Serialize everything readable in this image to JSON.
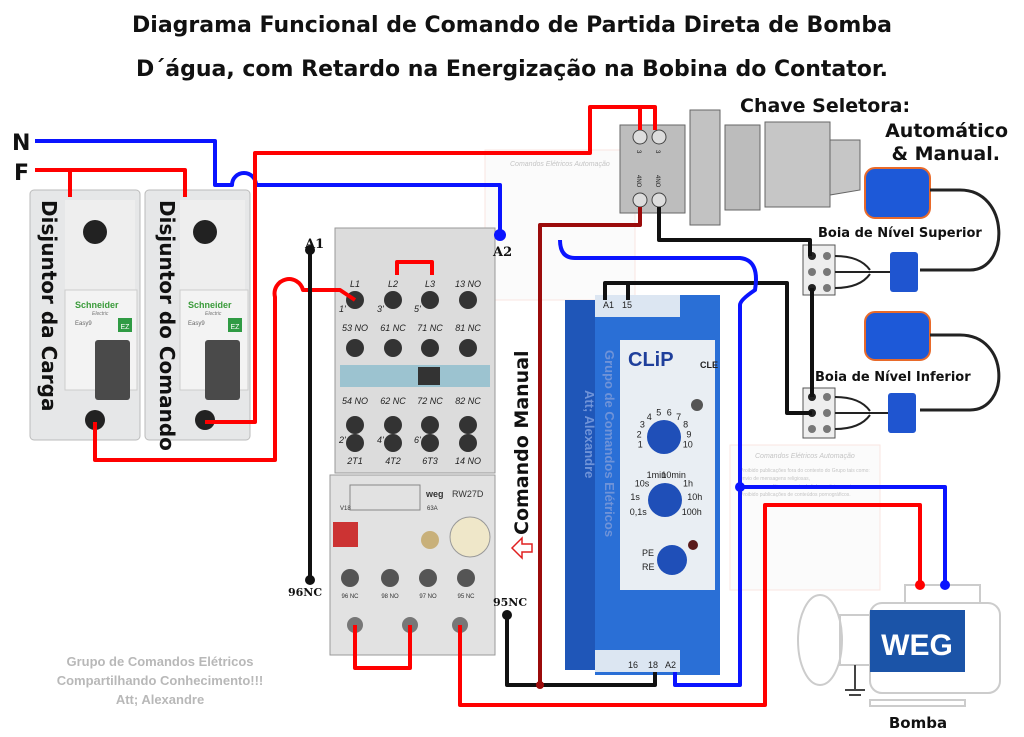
{
  "title": {
    "line1": "Diagrama Funcional de Comando de Partida Direta de Bomba",
    "line2": "D´água, com Retardo na Energização na Bobina do Contator."
  },
  "supply": {
    "neutral": "N",
    "phase": "F"
  },
  "breakers": {
    "load_label": "Disjuntor da Carga",
    "command_label": "Disjuntor do Comando",
    "brand": "Schneider",
    "brand_sub": "Electric",
    "model": "Easy9",
    "badge": "EZ"
  },
  "contactor": {
    "coil_a1": "A1",
    "coil_a2": "A2",
    "row1": [
      "L1",
      "L2",
      "L3",
      "13 NO"
    ],
    "row1_sub": [
      "1'",
      "3'",
      "5'"
    ],
    "row2": [
      "53 NO",
      "61 NC",
      "71 NC",
      "81 NC"
    ],
    "row3": [
      "54 NO",
      "62 NC",
      "72 NC",
      "82 NC"
    ],
    "row4_sub": [
      "2'",
      "4'",
      "6'"
    ],
    "row4": [
      "2T1",
      "4T2",
      "6T3",
      "14 NO"
    ]
  },
  "overload": {
    "brand": "weg",
    "model": "RW27D",
    "rating": "63A",
    "side": "V18",
    "terminals": [
      "96 NC",
      "98 NO",
      "97 NO",
      "95 NC"
    ],
    "label_96": "96NC",
    "label_95": "95NC"
  },
  "manual_command": "Comando Manual",
  "relay": {
    "brand": "CLiP",
    "model": "CLE",
    "top_terminals": [
      "A1",
      "15"
    ],
    "bottom_terminals": [
      "16",
      "18",
      "A2"
    ],
    "dial1_scale": [
      "1",
      "2",
      "3",
      "4",
      "5",
      "6",
      "7",
      "8",
      "9",
      "10"
    ],
    "dial2_scale": [
      "0,1s",
      "1s",
      "10s",
      "1min",
      "10min",
      "1h",
      "10h",
      "100h"
    ],
    "dial3_scale": [
      "PE",
      "RE"
    ],
    "watermark": [
      "Grupo de Comandos Elétricos",
      "Att; Alexandre"
    ]
  },
  "selector_switch": {
    "title_line1": "Chave Seletora:",
    "title_line2": "Automático",
    "title_line3": "& Manual.",
    "contacts": [
      "3",
      "4NO",
      "3",
      "4NO"
    ]
  },
  "floats": {
    "upper": "Boia de Nível Superior",
    "lower": "Boia de Nível Inferior"
  },
  "pump": {
    "label": "Bomba",
    "brand": "WEG"
  },
  "watermark_panel": {
    "title": "Comandos Elétricos Automação",
    "lines": [
      "Proibido publicações fora do contexto do Grupo tais como:",
      "envio de mensagens religiosas,",
      "mensagens politicas e envio de links maliciosos etc..",
      "Proibido publicações de conteúdos pornográficos."
    ]
  },
  "footer": {
    "line1": "Grupo de Comandos Elétricos",
    "line2": "Compartilhando Conhecimento!!!",
    "line3": "Att; Alexandre"
  },
  "colors": {
    "phase": "#ff0000",
    "neutral": "#0a14ff",
    "control": "#111111",
    "dark_phase": "#9b0b0b",
    "relay_blue": "#2a6fd6"
  }
}
